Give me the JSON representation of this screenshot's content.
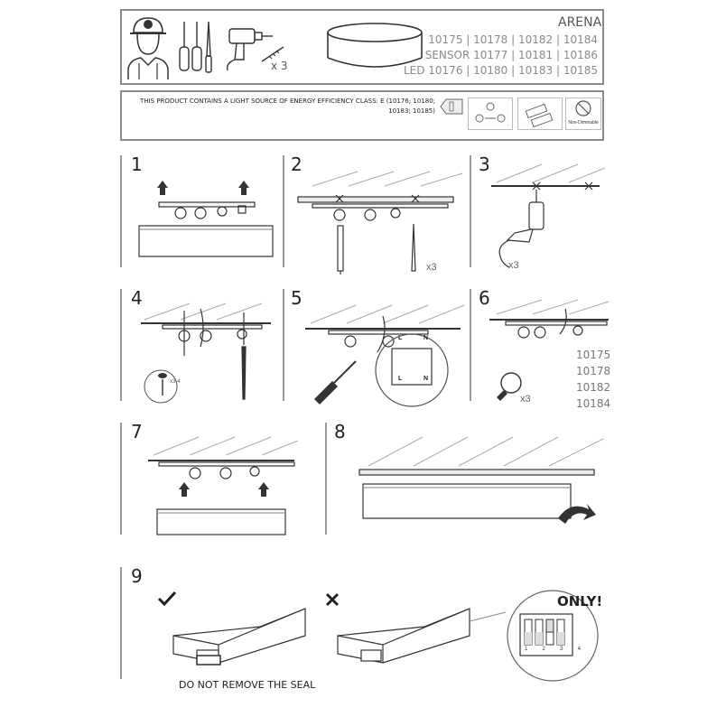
{
  "header": {
    "product_name": "ARENA",
    "code_lines": [
      "10175 | 10178 | 10182 | 10184",
      "SENSOR 10177 | 10181 | 10186",
      "LED 10176 | 10180 | 10183 | 10185"
    ],
    "tool_count": "x 3"
  },
  "energy": {
    "line1": "THIS PRODUCT CONTAINS A LIGHT SOURCE OF ENERGY EFFICIENCY CLASS: E (10176; 10180;",
    "line2": "10183; 10185)",
    "badge": "E",
    "non_dimmable": "Non-Dimmable"
  },
  "steps": {
    "s1": "1",
    "s2": "2",
    "s3": "3",
    "s4": "4",
    "s5": "5",
    "s6": "6",
    "s7": "7",
    "s8": "8",
    "s9": "9"
  },
  "step2": {
    "count": "x3"
  },
  "step3": {
    "count": "x3"
  },
  "step4": {
    "screw_count": "x3-4"
  },
  "step5": {
    "l": "L",
    "n": "N",
    "l2": "L",
    "n2": "N"
  },
  "step6": {
    "count": "x3",
    "codes": [
      "10175",
      "10178",
      "10182",
      "10184"
    ]
  },
  "step9": {
    "only": "ONLY!",
    "switch_numbers": [
      "1",
      "2",
      "3",
      "4"
    ],
    "seal_note": "DO NOT REMOVE THE SEAL"
  }
}
